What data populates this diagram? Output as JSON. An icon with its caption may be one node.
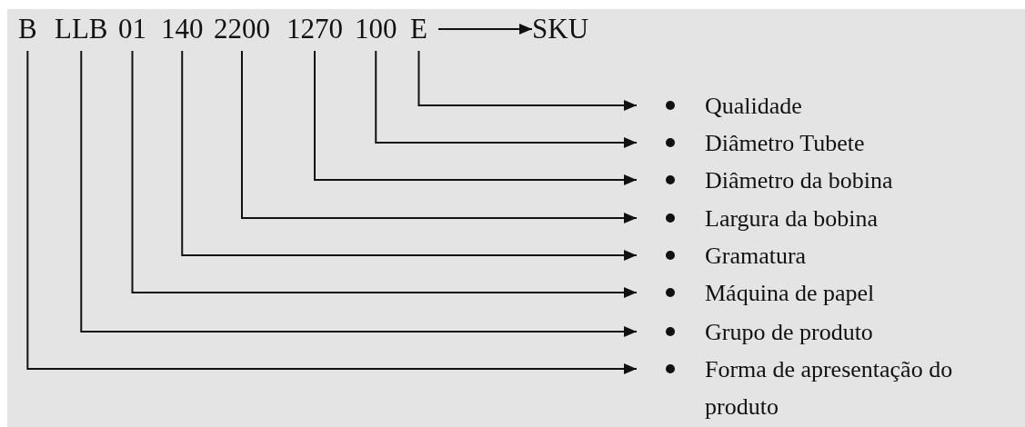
{
  "diagram": {
    "nodes": [
      {
        "text": [
          "B"
        ]
      },
      {
        "text": [
          "LLB"
        ]
      },
      {
        "text": [
          "01"
        ]
      },
      {
        "text": [
          "140"
        ]
      },
      {
        "text": [
          "2200"
        ]
      },
      {
        "text": [
          "1270"
        ]
      },
      {
        "text": [
          "100"
        ]
      },
      {
        "text": [
          "E"
        ]
      },
      {
        "text": [
          "SKU"
        ]
      },
      {
        "text": [
          "Qualidade"
        ]
      },
      {
        "text": [
          "Diâmetro Tubete"
        ]
      },
      {
        "text": [
          "Diâmetro da bobina"
        ]
      },
      {
        "text": [
          "Largura da bobina"
        ]
      },
      {
        "text": [
          "Gramatura"
        ]
      },
      {
        "text": [
          "Máquina de papel"
        ]
      },
      {
        "text": [
          "Grupo de produto"
        ]
      },
      {
        "text": [
          "Forma de apresentação do produto"
        ]
      }
    ],
    "edges": [
      {
        "from": 7,
        "to": 8,
        "arrow": "to"
      },
      {
        "from": 7,
        "to": 9,
        "arrow": "to"
      },
      {
        "from": 6,
        "to": 10,
        "arrow": "to"
      },
      {
        "from": 5,
        "to": 11,
        "arrow": "to"
      },
      {
        "from": 4,
        "to": 12,
        "arrow": "to"
      },
      {
        "from": 3,
        "to": 13,
        "arrow": "to"
      },
      {
        "from": 2,
        "to": 14,
        "arrow": "to"
      },
      {
        "from": 1,
        "to": 15,
        "arrow": "to"
      },
      {
        "from": 0,
        "to": 16,
        "arrow": "to"
      }
    ]
  }
}
